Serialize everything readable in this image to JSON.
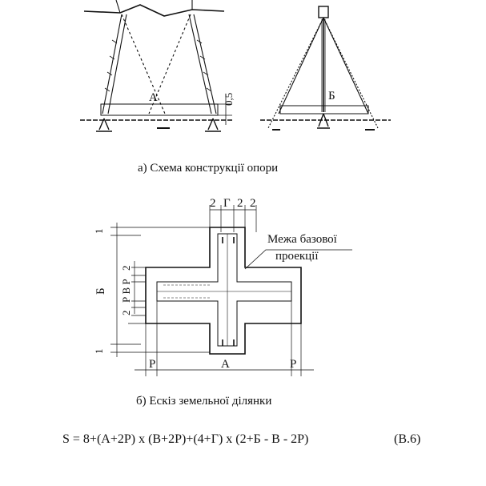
{
  "tower_a": {
    "label": "А",
    "dim_label": "0,5"
  },
  "tower_b": {
    "label": "Б"
  },
  "caption_a": "а)  Схема конструкції опори",
  "plot": {
    "top_dims": [
      "2",
      "Г",
      "2",
      "2"
    ],
    "left_dims": {
      "top_one": "1",
      "b": "Б",
      "p2_top": "2",
      "rvr": "Р В Р",
      "p2_bottom": "2",
      "bottom_one": "1"
    },
    "bottom_dims": {
      "p_left": "Р",
      "a": "А",
      "p_right": "Р"
    },
    "boundary_label_line1": "Межа базової",
    "boundary_label_line2": "проекції"
  },
  "caption_b": "б) Ескіз земельної ділянки",
  "formula": "S = 8+(А+2Р) х (В+2Р)+(4+Г) х (2+Б - В - 2Р)",
  "formula_number": "(В.6)"
}
